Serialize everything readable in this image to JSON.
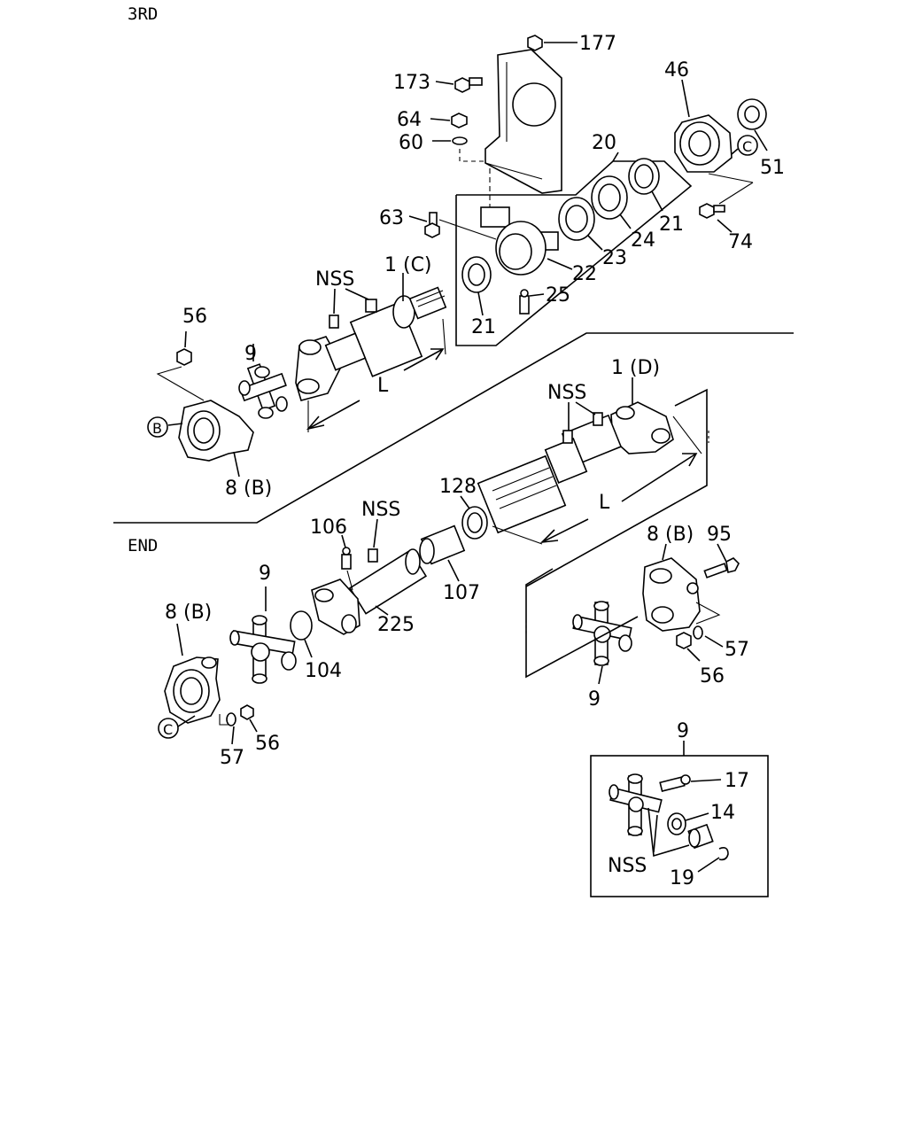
{
  "sections": {
    "third": "3RD",
    "end": "END"
  },
  "circle_refs": {
    "b": "B",
    "c": "C"
  },
  "callouts": {
    "p177": "177",
    "p173": "173",
    "p64": "64",
    "p60": "60",
    "p46": "46",
    "p51": "51",
    "p20": "20",
    "p21a": "21",
    "p21b": "21",
    "p63": "63",
    "p74": "74",
    "p22": "22",
    "p23": "23",
    "p24": "24",
    "p25": "25",
    "nss1": "NSS",
    "p1c": "1 (C)",
    "p56a": "56",
    "p9a": "9",
    "dimL1": "L",
    "p8b1": "8 (B)",
    "nss2": "NSS",
    "p1d": "1 (D)",
    "p128": "128",
    "dimL2": "L",
    "p106": "106",
    "nss3": "NSS",
    "p107": "107",
    "p225": "225",
    "p104": "104",
    "p9b": "9",
    "p8b2": "8 (B)",
    "p57a": "57",
    "p56b": "56",
    "p8b3": "8 (B)",
    "p95": "95",
    "p57b": "57",
    "p56c": "56",
    "p9c": "9",
    "p9d": "9",
    "p17": "17",
    "p14": "14",
    "nss4": "NSS",
    "p19": "19"
  }
}
